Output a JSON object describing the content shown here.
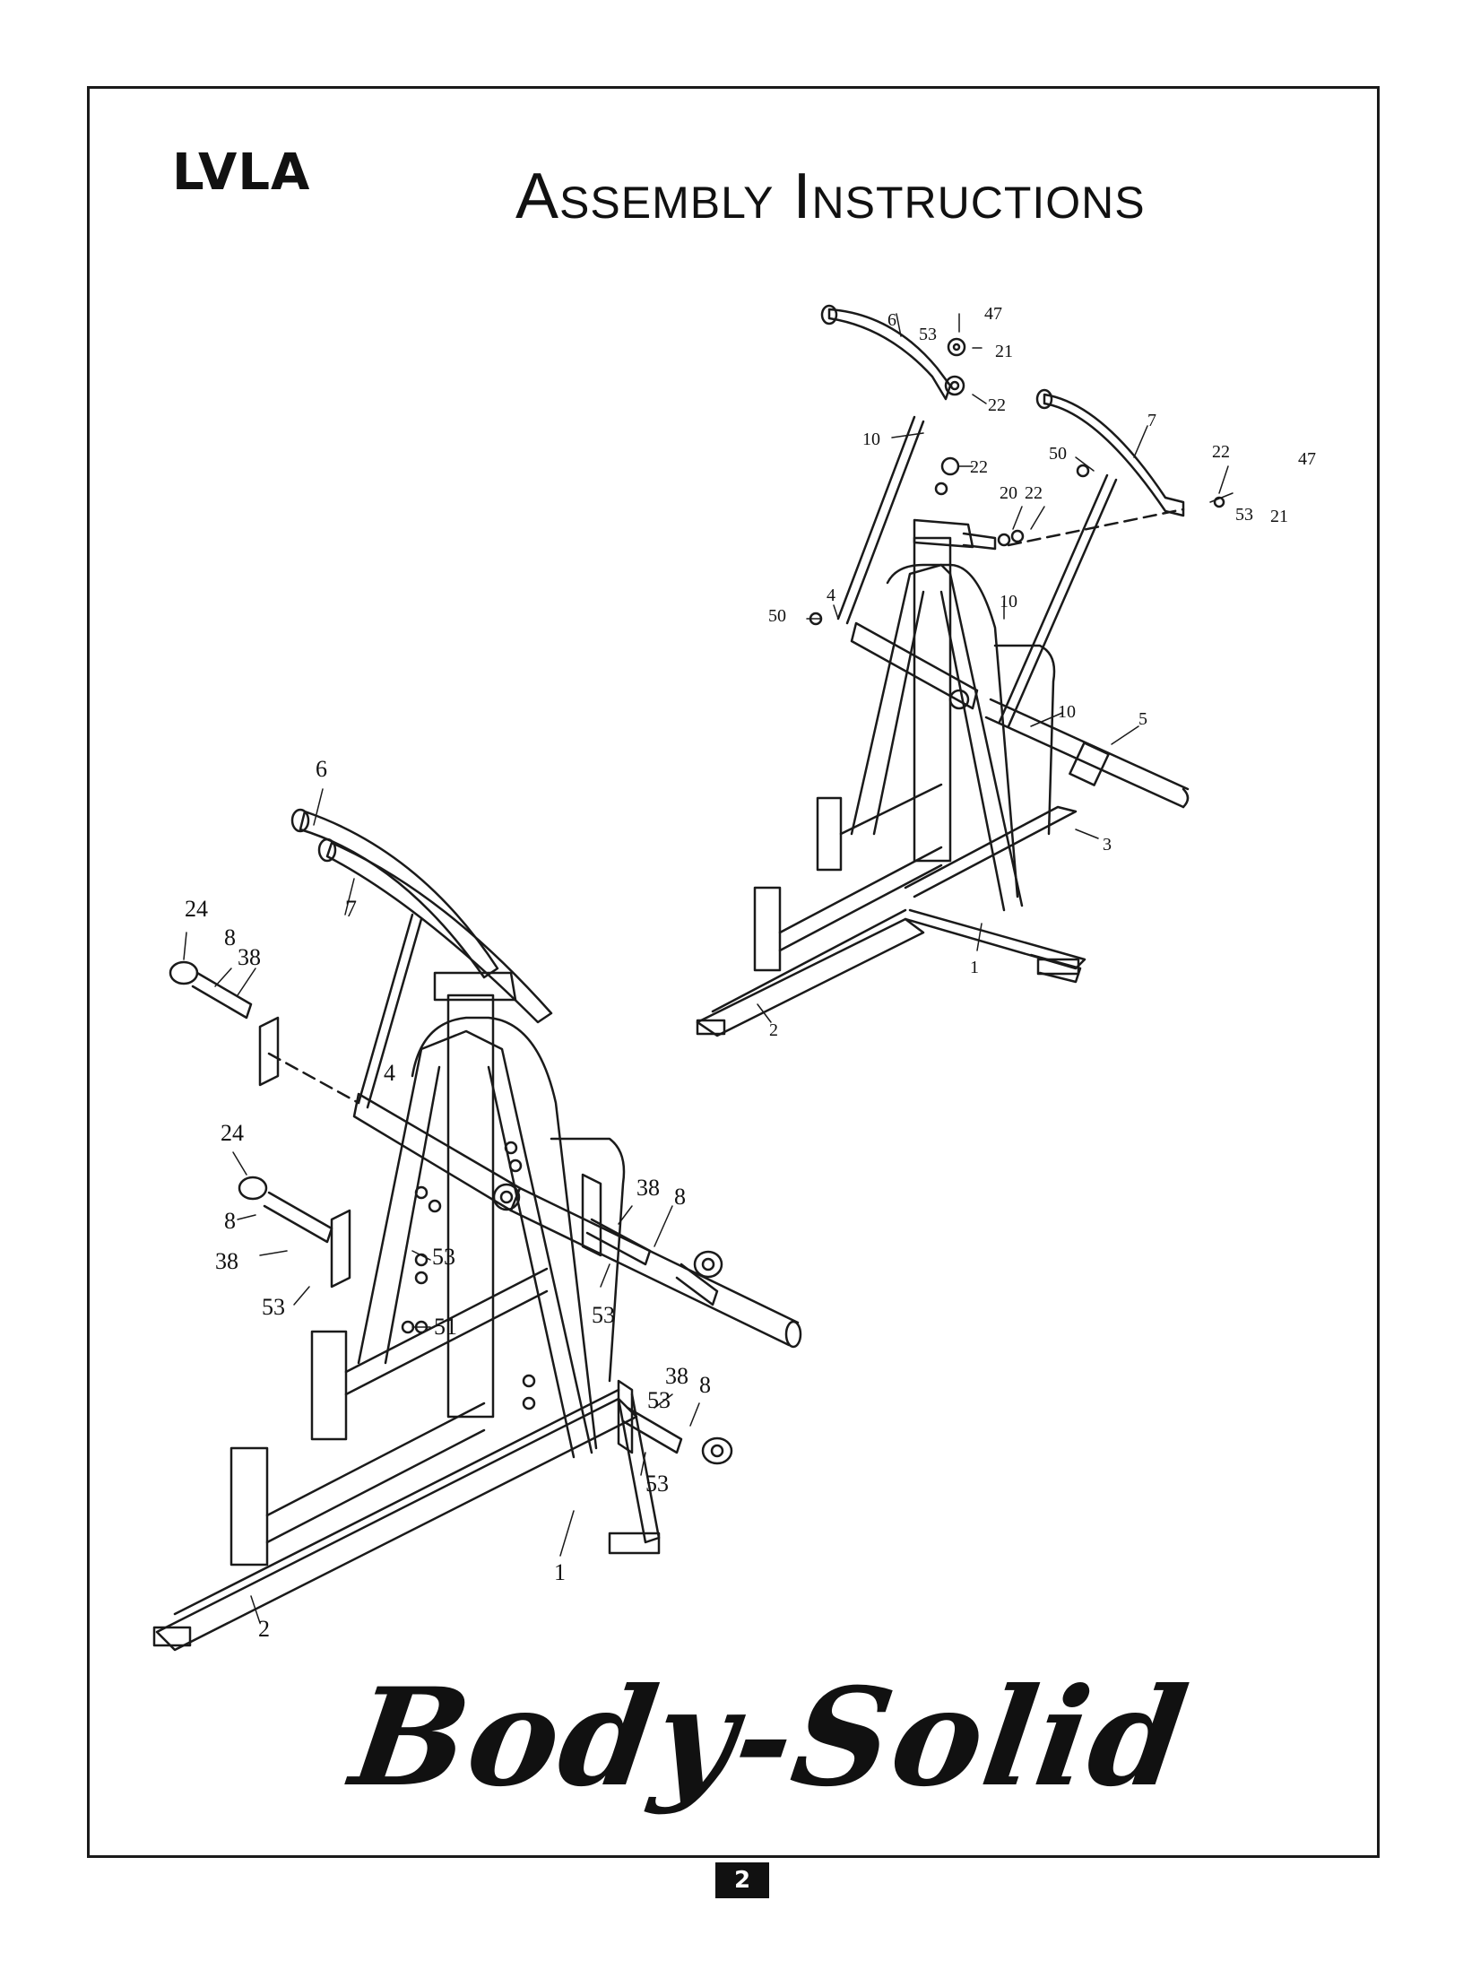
{
  "header": {
    "model": "LVLA",
    "title": "Assembly Instructions"
  },
  "diagram_labels": {
    "assembled": [
      "6",
      "7",
      "24",
      "8",
      "38",
      "4",
      "24",
      "8",
      "38",
      "53",
      "38",
      "8",
      "53",
      "53",
      "51",
      "53",
      "38",
      "8",
      "53",
      "1",
      "2"
    ],
    "exploded": [
      "6",
      "47",
      "53",
      "21",
      "22",
      "10",
      "22",
      "7",
      "50",
      "22",
      "47",
      "20",
      "22",
      "53",
      "21",
      "4",
      "50",
      "10",
      "10",
      "5",
      "3",
      "1",
      "2"
    ]
  },
  "footer": {
    "brand": "Body-Solid",
    "page_number": "2"
  }
}
